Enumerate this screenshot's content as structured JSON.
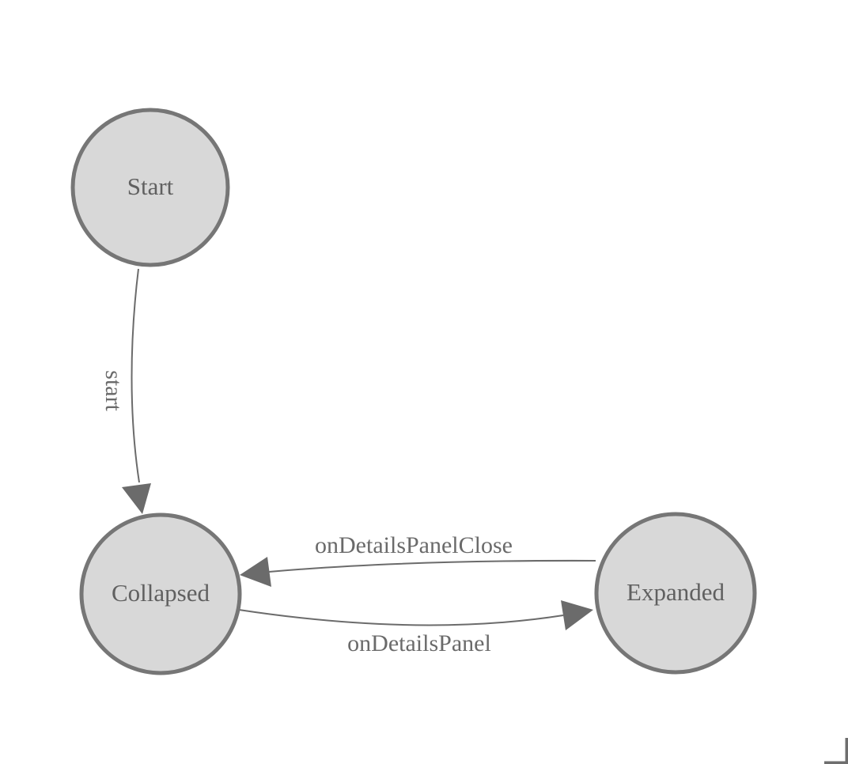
{
  "diagram": {
    "type": "state-machine",
    "nodes": [
      {
        "id": "start",
        "label": "Start"
      },
      {
        "id": "collapsed",
        "label": "Collapsed"
      },
      {
        "id": "expanded",
        "label": "Expanded"
      }
    ],
    "edges": [
      {
        "from": "start",
        "to": "collapsed",
        "label": "start"
      },
      {
        "from": "expanded",
        "to": "collapsed",
        "label": "onDetailsPanelClose"
      },
      {
        "from": "collapsed",
        "to": "expanded",
        "label": "onDetailsPanel"
      }
    ],
    "colors": {
      "background": "#ffffff",
      "node_fill": "#d8d8d8",
      "node_stroke": "#767676",
      "edge_stroke": "#6b6b6b",
      "arrow_fill": "#6b6b6b",
      "text": "#606060",
      "corner_mark": "#6e6e6e"
    }
  }
}
